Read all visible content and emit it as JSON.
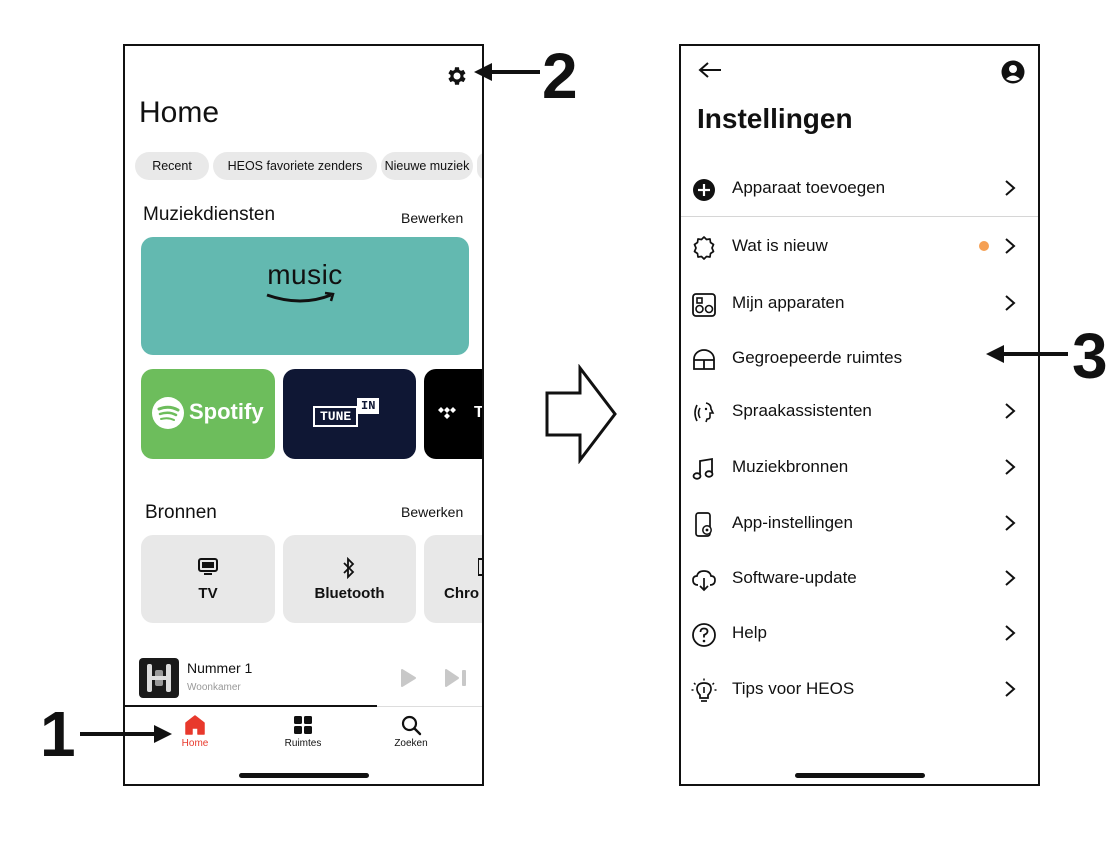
{
  "annotations": {
    "one": "1",
    "two": "2",
    "three": "3"
  },
  "left_screen": {
    "title": "Home",
    "chips": [
      "Recent",
      "HEOS favoriete zenders",
      "Nieuwe muziek"
    ],
    "music_services": {
      "title": "Muziekdiensten",
      "edit": "Bewerken",
      "amazon_logo_text": "music",
      "spotify_text": "Spotify",
      "tunein_text": "TUNE",
      "tunein_badge": "IN"
    },
    "sources": {
      "title": "Bronnen",
      "edit": "Bewerken",
      "items": [
        {
          "label": "TV",
          "icon": "tv-icon"
        },
        {
          "label": "Bluetooth",
          "icon": "bluetooth-icon"
        },
        {
          "label": "Chro",
          "icon": "cast-icon"
        }
      ]
    },
    "now_playing": {
      "track": "Nummer 1",
      "room": "Woonkamer"
    },
    "tabs": [
      {
        "label": "Home",
        "icon": "home-icon",
        "active": true
      },
      {
        "label": "Ruimtes",
        "icon": "rooms-icon",
        "active": false
      },
      {
        "label": "Zoeken",
        "icon": "search-icon",
        "active": false
      }
    ],
    "accent_color": "#e8392c"
  },
  "right_screen": {
    "title": "Instellingen",
    "items": [
      {
        "label": "Apparaat toevoegen",
        "icon": "plus-circle-icon",
        "chevron": true,
        "dot": false
      },
      {
        "label": "Wat is nieuw",
        "icon": "badge-icon",
        "chevron": true,
        "dot": true
      },
      {
        "label": "Mijn apparaten",
        "icon": "speaker-icon",
        "chevron": true,
        "dot": false
      },
      {
        "label": "Gegroepeerde ruimtes",
        "icon": "grouped-rooms-icon",
        "chevron": false,
        "dot": false
      },
      {
        "label": "Spraakassistenten",
        "icon": "voice-icon",
        "chevron": true,
        "dot": false
      },
      {
        "label": "Muziekbronnen",
        "icon": "music-note-icon",
        "chevron": true,
        "dot": false
      },
      {
        "label": "App-instellingen",
        "icon": "phone-settings-icon",
        "chevron": true,
        "dot": false
      },
      {
        "label": "Software-update",
        "icon": "cloud-download-icon",
        "chevron": true,
        "dot": false
      },
      {
        "label": "Help",
        "icon": "help-icon",
        "chevron": true,
        "dot": false
      },
      {
        "label": "Tips voor HEOS",
        "icon": "lightbulb-icon",
        "chevron": true,
        "dot": false
      }
    ],
    "dot_color": "#f5a054"
  }
}
